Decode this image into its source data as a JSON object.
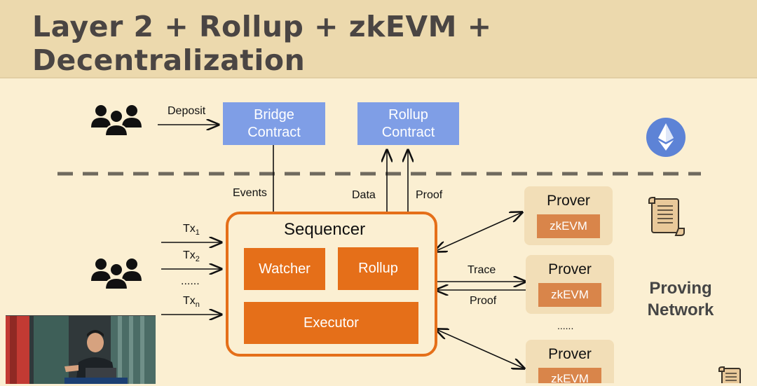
{
  "title": "Layer 2 + Rollup + zkEVM + Decentralization",
  "l1": {
    "deposit_label": "Deposit",
    "bridge_contract": "Bridge\nContract",
    "rollup_contract": "Rollup\nContract",
    "ethereum_icon": "ethereum-icon"
  },
  "flow": {
    "events": "Events",
    "data": "Data",
    "proof": "Proof"
  },
  "transactions": {
    "tx1": "Tx",
    "tx1_sub": "1",
    "tx2": "Tx",
    "tx2_sub": "2",
    "dots": "......",
    "txn": "Tx",
    "txn_sub": "n"
  },
  "sequencer": {
    "title": "Sequencer",
    "watcher": "Watcher",
    "rollup": "Rollup",
    "executor": "Executor"
  },
  "proving": {
    "trace": "Trace",
    "proof": "Proof",
    "dots": "......",
    "network_label": "Proving\nNetwork",
    "provers": [
      {
        "title": "Prover",
        "engine": "zkEVM"
      },
      {
        "title": "Prover",
        "engine": "zkEVM"
      },
      {
        "title": "Prover",
        "engine": "zkEVM"
      }
    ]
  },
  "colors": {
    "title_bg": "#ecd9ad",
    "slide_bg": "#fbefd2",
    "contract_blue": "#7f9ee6",
    "sequencer_orange": "#e56f19",
    "prover_bg": "#f2deb7",
    "zkevm_bg": "#d9854a"
  }
}
